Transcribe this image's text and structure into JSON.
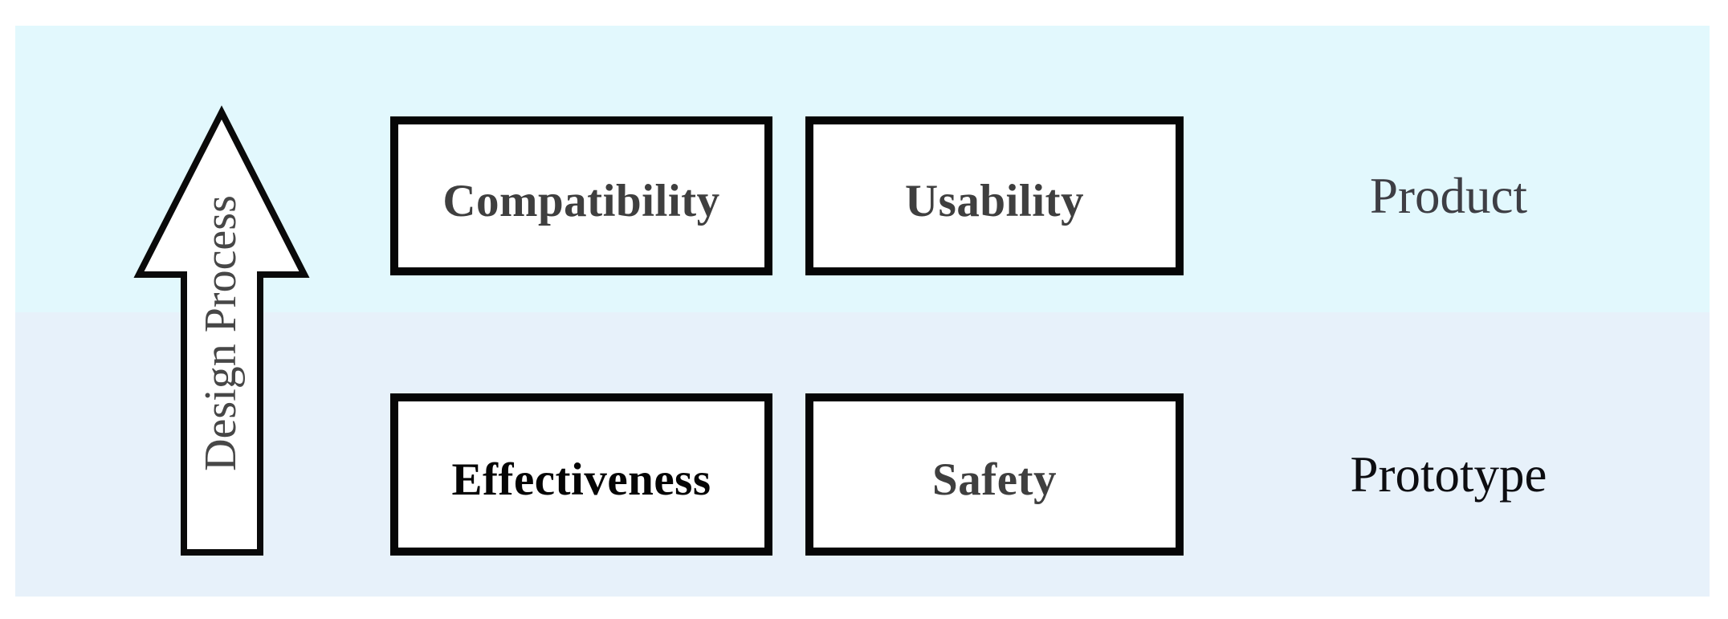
{
  "arrow": {
    "label": "Design Process"
  },
  "boxes": {
    "compatibility": "Compatibility",
    "usability": "Usability",
    "effectiveness": "Effectiveness",
    "safety": "Safety"
  },
  "row_labels": {
    "product": "Product",
    "prototype": "Prototype"
  },
  "colors": {
    "band_top": "#e2f8fd",
    "band_bottom": "#e7f1fa",
    "box_fill": "#ffffff",
    "box_border": "#060606",
    "label_gray": "#3f3f3f",
    "label_black": "#050505",
    "arrow_fill": "#ffffff",
    "arrow_stroke": "#0a0a0a",
    "arrow_label_color": "#474747"
  }
}
